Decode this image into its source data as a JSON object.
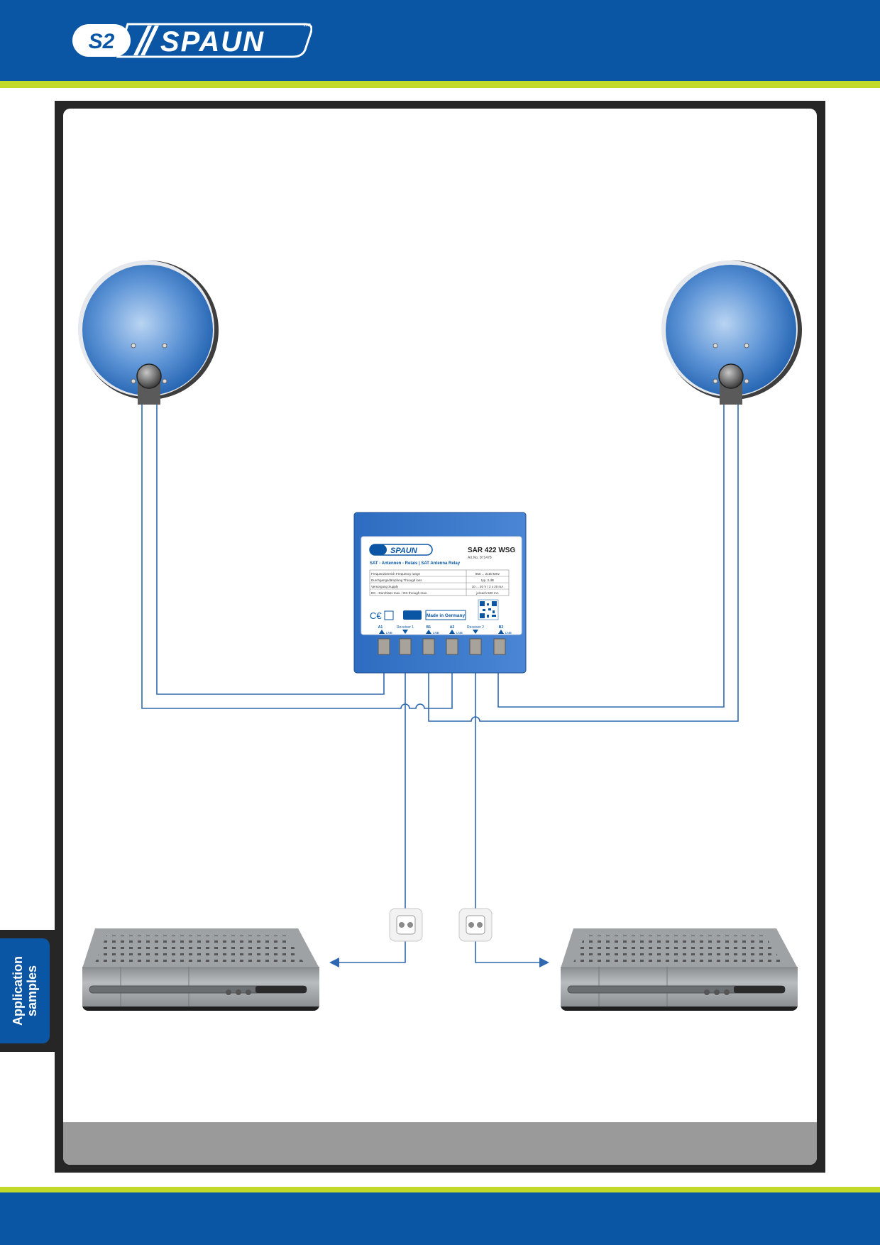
{
  "brand": {
    "name": "SPAUN",
    "mark": "S2",
    "trademark": "™"
  },
  "side_tab": {
    "line1": "Application",
    "line2": "samples"
  },
  "relay": {
    "brand": "SPAUN",
    "model": "SAR 422 WSG",
    "art_no": "Art.No. 871478",
    "subtitle": "SAT - Antennen - Relais | SAT Antenna Relay",
    "specs": [
      {
        "label": "Frequenzbereich Frequency range",
        "value": "950 ... 2150 MHz"
      },
      {
        "label": "Durchgangsdämpfung Through loss",
        "value": "typ. 2 dB"
      },
      {
        "label": "Versorgung Supply",
        "value": "10 ... 20 V / 2 x 20 mA"
      },
      {
        "label": "DC - Durchlass max. / DC through max.",
        "value": "je/each 500 mA"
      }
    ],
    "made_in": "Made in Germany",
    "ports": [
      {
        "label": "A1",
        "sub": "LNB"
      },
      {
        "label": "Receiver 1",
        "sub": ""
      },
      {
        "label": "B1",
        "sub": "LNB"
      },
      {
        "label": "A2",
        "sub": "LNB"
      },
      {
        "label": "Receiver 2",
        "sub": ""
      },
      {
        "label": "B2",
        "sub": "LNB"
      }
    ]
  },
  "colors": {
    "brand_blue": "#0b56a4",
    "accent_green": "#c2d92a",
    "cable": "#2f68b0",
    "frame": "#262626",
    "footer_grey": "#9a9a9a"
  },
  "icons": {
    "dish_left": "satellite-dish-icon",
    "dish_right": "satellite-dish-icon",
    "receiver_left": "set-top-box-icon",
    "receiver_right": "set-top-box-icon",
    "outlet": "antenna-wall-outlet-icon"
  }
}
